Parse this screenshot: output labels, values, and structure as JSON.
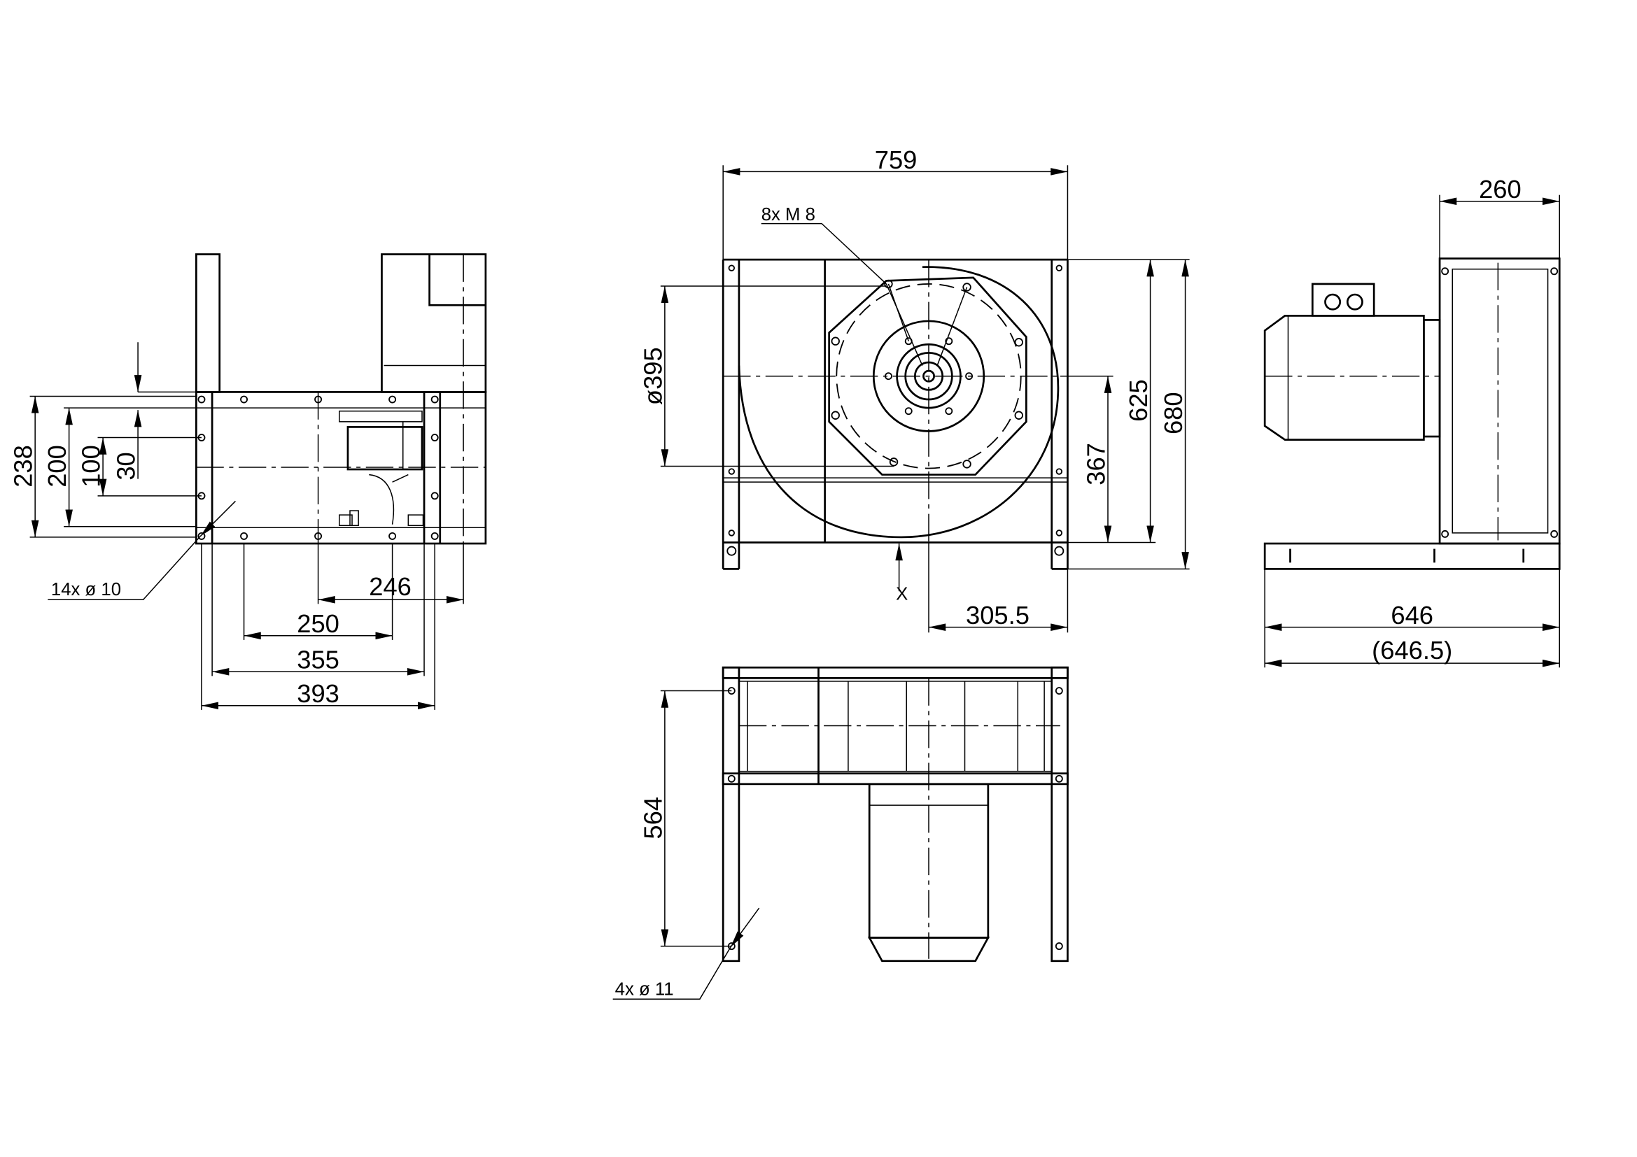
{
  "colors": {
    "ink": "#000000",
    "paper": "#ffffff"
  },
  "side_view": {
    "dim_238": "238",
    "dim_200": "200",
    "dim_100": "100",
    "dim_30": "30",
    "holes_note": "14x ø 10",
    "dim_246": "246",
    "dim_250": "250",
    "dim_355": "355",
    "dim_393": "393"
  },
  "front_view": {
    "dim_759": "759",
    "bolts_note": "8x M 8",
    "dim_395": "ø395",
    "dim_625": "625",
    "dim_680": "680",
    "dim_367": "367",
    "dim_305_5": "305.5",
    "view_marker": "X"
  },
  "top_view": {
    "dim_564": "564",
    "holes_note": "4x ø 11"
  },
  "motor_side_view": {
    "dim_260": "260",
    "dim_646": "646",
    "dim_646_5": "(646.5)"
  }
}
